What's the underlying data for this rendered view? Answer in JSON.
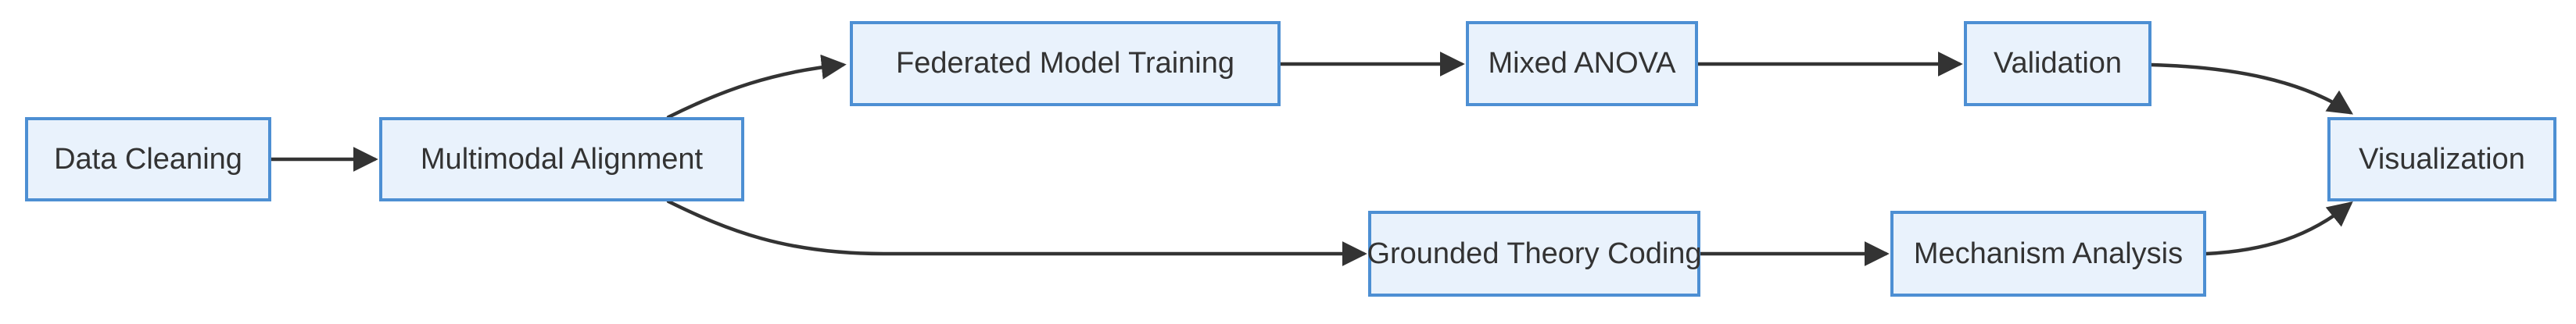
{
  "diagram": {
    "type": "flowchart",
    "direction": "left-to-right",
    "nodes": [
      {
        "id": "data-cleaning",
        "label": "Data Cleaning"
      },
      {
        "id": "multimodal-alignment",
        "label": "Multimodal Alignment"
      },
      {
        "id": "federated-model-training",
        "label": "Federated Model Training"
      },
      {
        "id": "mixed-anova",
        "label": "Mixed ANOVA"
      },
      {
        "id": "validation",
        "label": "Validation"
      },
      {
        "id": "visualization",
        "label": "Visualization"
      },
      {
        "id": "grounded-theory-coding",
        "label": "Grounded Theory Coding"
      },
      {
        "id": "mechanism-analysis",
        "label": "Mechanism Analysis"
      }
    ],
    "edges": [
      {
        "from": "data-cleaning",
        "to": "multimodal-alignment"
      },
      {
        "from": "multimodal-alignment",
        "to": "federated-model-training"
      },
      {
        "from": "federated-model-training",
        "to": "mixed-anova"
      },
      {
        "from": "mixed-anova",
        "to": "validation"
      },
      {
        "from": "validation",
        "to": "visualization"
      },
      {
        "from": "multimodal-alignment",
        "to": "grounded-theory-coding"
      },
      {
        "from": "grounded-theory-coding",
        "to": "mechanism-analysis"
      },
      {
        "from": "mechanism-analysis",
        "to": "visualization"
      }
    ],
    "colors": {
      "node_fill": "#e9f2fc",
      "node_border": "#4d8fd3",
      "edge": "#333333",
      "text": "#333333",
      "background": "#ffffff"
    }
  }
}
